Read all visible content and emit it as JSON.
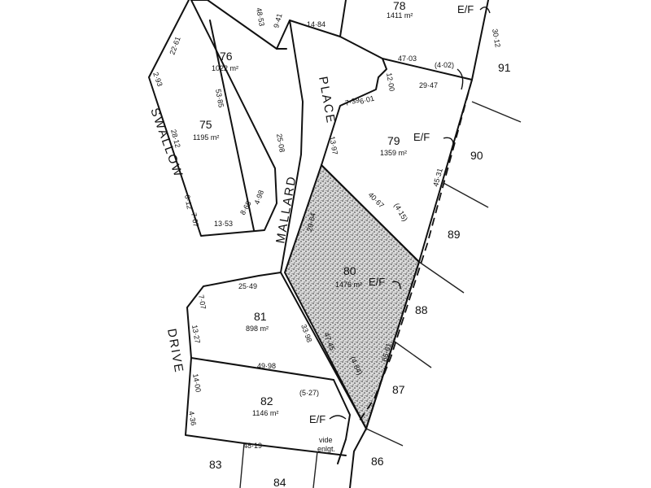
{
  "plan": {
    "roads": {
      "swallow": "SWALLOW",
      "mallard": "MALLARD",
      "place": "PLACE",
      "drive": "DRIVE"
    },
    "lots": [
      {
        "id": "75",
        "number": "75",
        "area": "1195 m²"
      },
      {
        "id": "76",
        "number": "76",
        "area": "1022 m²"
      },
      {
        "id": "78",
        "number": "78",
        "area": "1411 m²"
      },
      {
        "id": "79",
        "number": "79",
        "area": "1359 m²"
      },
      {
        "id": "80",
        "number": "80",
        "area": "1476 m²",
        "highlighted": true
      },
      {
        "id": "81",
        "number": "81",
        "area": "898 m²"
      },
      {
        "id": "82",
        "number": "82",
        "area": "1146 m²"
      },
      {
        "id": "83",
        "number": "83"
      },
      {
        "id": "84",
        "number": "84"
      },
      {
        "id": "86",
        "number": "86"
      },
      {
        "id": "87",
        "number": "87"
      },
      {
        "id": "88",
        "number": "88"
      },
      {
        "id": "89",
        "number": "89"
      },
      {
        "id": "90",
        "number": "90"
      },
      {
        "id": "91",
        "number": "91"
      }
    ],
    "dimensions": {
      "d1": "22·61",
      "d2": "48·53",
      "d3": "9·41",
      "d4": "14·84",
      "d5": "2·93",
      "d6": "53·85",
      "d7": "28·12",
      "d8": "25·08",
      "d9": "6·12",
      "d10": "7·07",
      "d11": "13·53",
      "d12": "8·65",
      "d13": "4·98",
      "d14": "47·03",
      "d15": "(4·02)",
      "d16": "30·12",
      "d17": "29·47",
      "d18": "12·00",
      "d19": "7·39",
      "d20": "6·01",
      "d21": "13·97",
      "d22": "45·31",
      "d23": "40·67",
      "d24": "(4·15)",
      "d25": "29·64",
      "d26": "25·49",
      "d27": "7·07",
      "d28": "13·27",
      "d29": "33·98",
      "d30": "47·45",
      "d31": "65·61",
      "d32": "(4·84)",
      "d33": "49·98",
      "d34": "(5·27)",
      "d35": "14·00",
      "d36": "4·36",
      "d37": "48·19"
    },
    "easement_label": "E/F",
    "note_line1": "vide",
    "note_line2": "enlgt.",
    "colors": {
      "ink": "#111111",
      "paper": "#ffffff",
      "shade": "#8a8a8a"
    }
  }
}
